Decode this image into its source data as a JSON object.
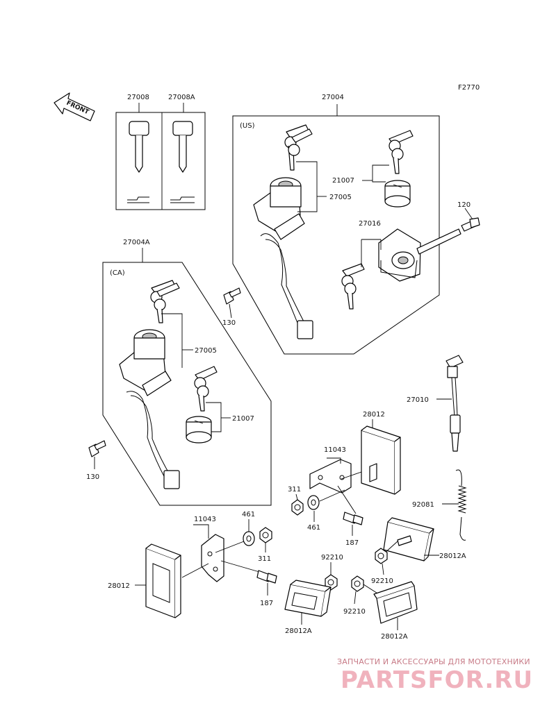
{
  "figure_code": "F2770",
  "front_arrow_label": "FRONT",
  "section_labels": {
    "us": "(US)",
    "ca": "(CA)"
  },
  "callouts": {
    "key_blank": "27008",
    "key_blank_a": "27008A",
    "switch_assy_us": "27004",
    "switch_assy_ca": "27004A",
    "switch_us": "27005",
    "switch_ca": "27005",
    "lock_us": "21007",
    "lock_ca": "21007",
    "seat_lock": "27016",
    "bolt_120": "120",
    "bolt_130_us": "130",
    "bolt_130_ca": "130",
    "stop_switch": "27010",
    "spring": "92081",
    "reflector_28012_top": "28012",
    "reflector_28012_left": "28012",
    "reflector_28012a_right": "28012A",
    "reflector_28012a_bl": "28012A",
    "reflector_28012a_br": "28012A",
    "bracket_top": "11043",
    "bracket_bottom": "11043",
    "nut_311_top": "311",
    "nut_311_bottom": "311",
    "washer_461_top": "461",
    "washer_461_bottom": "461",
    "bolt_187_top": "187",
    "bolt_187_bottom": "187",
    "nut_92210_top": "92210",
    "nut_92210_right": "92210",
    "nut_92210_left": "92210"
  },
  "watermark": {
    "caption": "ЗАПЧАСТИ И АКСЕССУАРЫ ДЛЯ МОТОТЕХНИКИ",
    "logo": "PARTSFOR.RU"
  }
}
